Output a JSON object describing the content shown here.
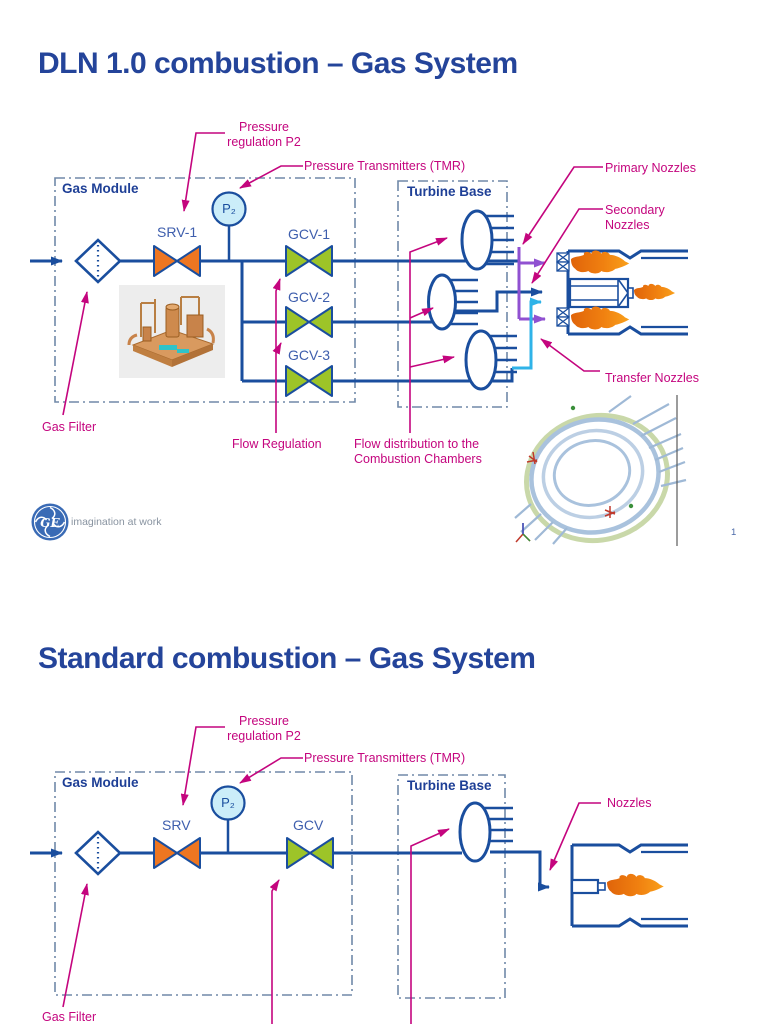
{
  "page": {
    "number": "1"
  },
  "footer": {
    "monogram": "GE",
    "tagline": "imagination at work"
  },
  "colors": {
    "title_blue": "#24449A",
    "line_blue": "#1A4E9E",
    "label_magenta": "#C4057E",
    "valve_orange": "#EE7621",
    "valve_green": "#9DC428",
    "primary_purple": "#9051D1",
    "transfer_cyan": "#2FB3E8",
    "gauge_fill": "#CBEDF9",
    "ge_blue": "#3A6BB5"
  },
  "slide1": {
    "title": "DLN 1.0 combustion – Gas System",
    "boxes": {
      "gas_module": "Gas Module",
      "turbine_base": "Turbine Base"
    },
    "valves": {
      "srv": "SRV-1",
      "gcv1": "GCV-1",
      "gcv2": "GCV-2",
      "gcv3": "GCV-3"
    },
    "instruments": {
      "p2": "P₂"
    },
    "labels": {
      "pressure_regulation": "Pressure regulation P2",
      "pressure_transmitters": "Pressure Transmitters (TMR)",
      "primary_nozzles": "Primary Nozzles",
      "secondary_nozzles": "Secondary Nozzles",
      "transfer_nozzles": "Transfer Nozzles",
      "gas_filter": "Gas Filter",
      "flow_regulation": "Flow Regulation",
      "flow_distribution": "Flow distribution to the Combustion Chambers"
    }
  },
  "slide2": {
    "title": "Standard combustion – Gas System",
    "boxes": {
      "gas_module": "Gas Module",
      "turbine_base": "Turbine Base"
    },
    "valves": {
      "srv": "SRV",
      "gcv": "GCV"
    },
    "instruments": {
      "p2": "P₂"
    },
    "labels": {
      "pressure_regulation": "Pressure regulation P2",
      "pressure_transmitters": "Pressure Transmitters (TMR)",
      "nozzles": "Nozzles",
      "gas_filter": "Gas Filter"
    }
  }
}
